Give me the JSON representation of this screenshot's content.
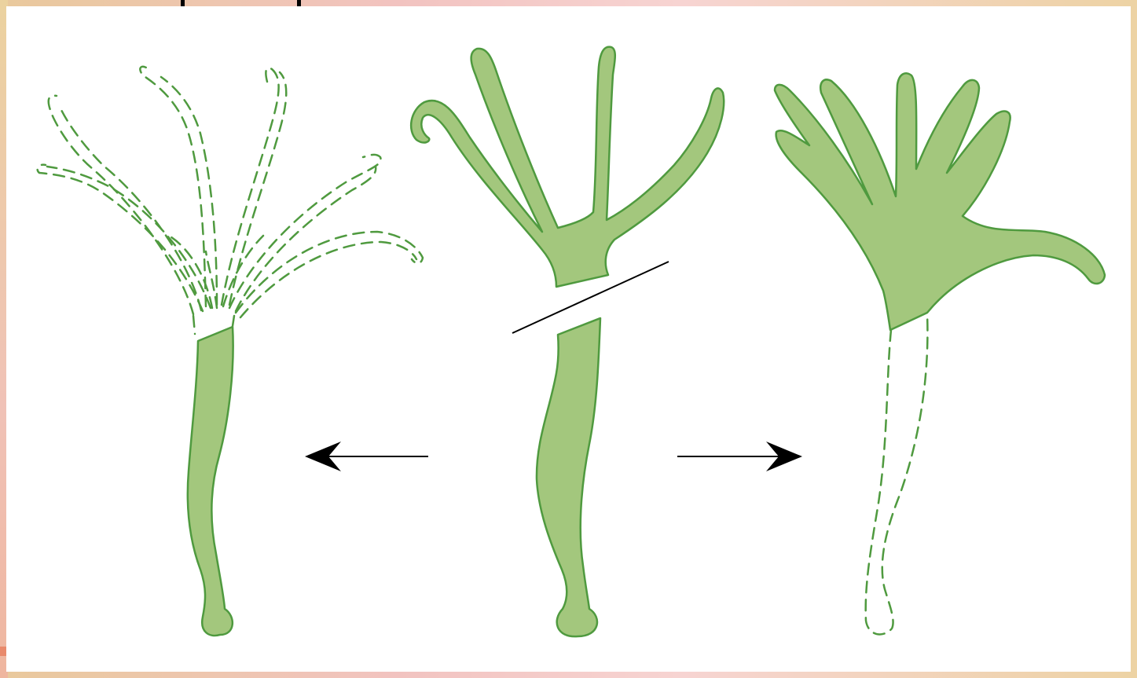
{
  "colors": {
    "body_fill": "#a3c77d",
    "outline": "#4f9a3f",
    "dashed": "#4f9a3f",
    "arrow": "#000000",
    "cut_line": "#000000",
    "background": "#ffffff"
  },
  "figures": [
    {
      "name": "regenerating-lower-half",
      "state": "tentacles missing (dashed outline)"
    },
    {
      "name": "intact-hydra-cut",
      "state": "whole organism with cut line"
    },
    {
      "name": "regenerating-upper-half",
      "state": "body column missing (dashed outline)"
    }
  ],
  "arrows": [
    {
      "direction": "left"
    },
    {
      "direction": "right"
    }
  ]
}
